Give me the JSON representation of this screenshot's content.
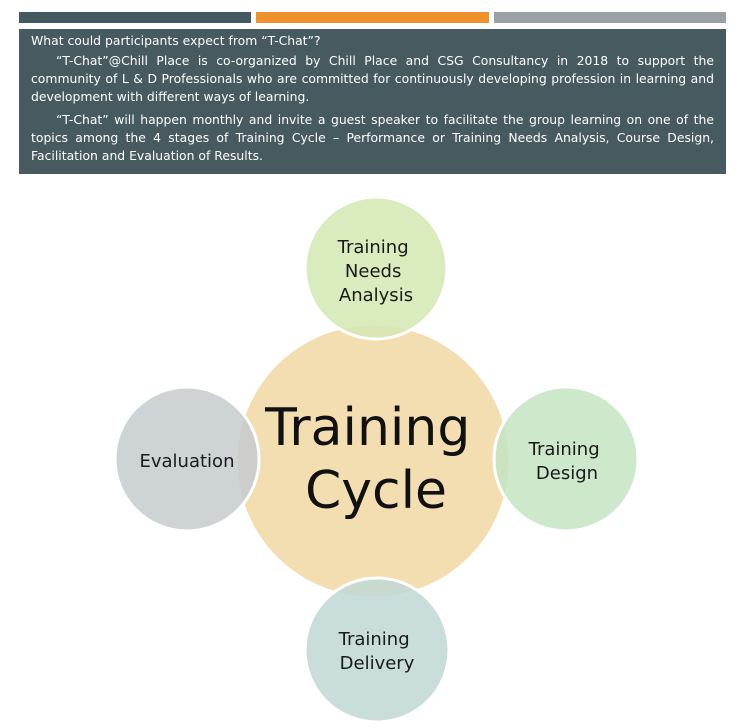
{
  "colors": {
    "bar_left": "#455a60",
    "bar_mid": "#f0922c",
    "bar_right": "#9aa0a6",
    "panel_bg": "#475a5f",
    "center": "#f2dcae",
    "needs_analysis": "#d3e8b3",
    "design": "#c4e4c2",
    "delivery": "#bfd8d4",
    "evaluation": "#c6cbcf",
    "stroke": "#ffffff"
  },
  "panel": {
    "question": "What could participants expect from “T-Chat”?",
    "paragraph1": "“T-Chat”@Chill Place is co-organized by Chill Place and CSG Consultancy in 2018 to support the community of L & D Professionals who are committed for continuously developing profession in learning and development with different ways of learning.",
    "paragraph2": "“T-Chat” will happen monthly and invite a guest speaker to facilitate the group learning on one of the topics among the 4 stages of Training Cycle – Performance or Training Needs Analysis, Course Design, Facilitation and Evaluation of Results."
  },
  "diagram": {
    "center_lines": [
      "Training",
      "Cycle"
    ],
    "needs_analysis_lines": [
      "Training",
      "Needs",
      "Analysis"
    ],
    "design_lines": [
      "Training",
      "Design"
    ],
    "delivery_lines": [
      "Training",
      "Delivery"
    ],
    "evaluation_lines": [
      "Evaluation"
    ]
  }
}
